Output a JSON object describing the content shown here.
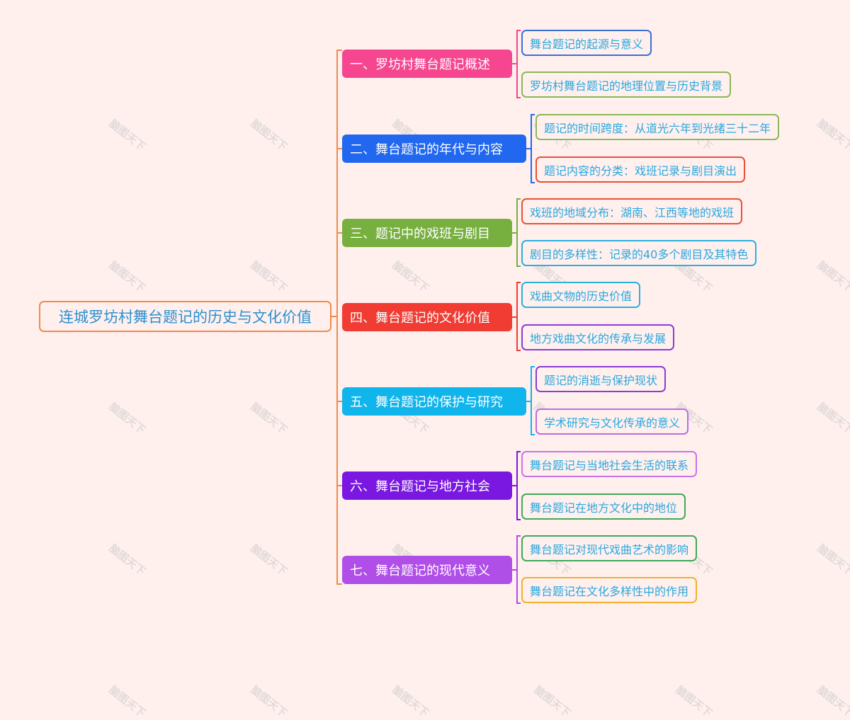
{
  "watermark": "脑图天下",
  "root": {
    "label": "连城罗坊村舞台题记的历史与文化价值",
    "border_color": "#f08a4b",
    "text_color": "#2c8fcf"
  },
  "trunk_color": "#f08a4b",
  "branches": [
    {
      "label": "一、罗坊村舞台题记概述",
      "color": "#f5468f",
      "children": [
        {
          "label": "舞台题记的起源与意义",
          "border": "#3b6fd8"
        },
        {
          "label": "罗坊村舞台题记的地理位置与历史背景",
          "border": "#8bb85a"
        }
      ]
    },
    {
      "label": "二、舞台题记的年代与内容",
      "color": "#2167f0",
      "children": [
        {
          "label": "题记的时间跨度：从道光六年到光绪三十二年",
          "border": "#8bb85a"
        },
        {
          "label": "题记内容的分类：戏班记录与剧目演出",
          "border": "#e8503a"
        }
      ]
    },
    {
      "label": "三、题记中的戏班与剧目",
      "color": "#78b040",
      "children": [
        {
          "label": "戏班的地域分布：湖南、江西等地的戏班",
          "border": "#e8503a"
        },
        {
          "label": "剧目的多样性：记录的40多个剧目及其特色",
          "border": "#2bb0e0"
        }
      ]
    },
    {
      "label": "四、舞台题记的文化价值",
      "color": "#f03c32",
      "children": [
        {
          "label": "戏曲文物的历史价值",
          "border": "#2bb0e0"
        },
        {
          "label": "地方戏曲文化的传承与发展",
          "border": "#8a3bd8"
        }
      ]
    },
    {
      "label": "五、舞台题记的保护与研究",
      "color": "#10b5ec",
      "children": [
        {
          "label": "题记的消逝与保护现状",
          "border": "#8a3bd8"
        },
        {
          "label": "学术研究与文化传承的意义",
          "border": "#c06be0"
        }
      ]
    },
    {
      "label": "六、舞台题记与地方社会",
      "color": "#7a17e0",
      "children": [
        {
          "label": "舞台题记与当地社会生活的联系",
          "border": "#c873e8"
        },
        {
          "label": "舞台题记在地方文化中的地位",
          "border": "#3daa5a"
        }
      ]
    },
    {
      "label": "七、舞台题记的现代意义",
      "color": "#b04ee8",
      "children": [
        {
          "label": "舞台题记对现代戏曲艺术的影响",
          "border": "#3daa5a"
        },
        {
          "label": "舞台题记在文化多样性中的作用",
          "border": "#f0b030"
        }
      ]
    }
  ]
}
